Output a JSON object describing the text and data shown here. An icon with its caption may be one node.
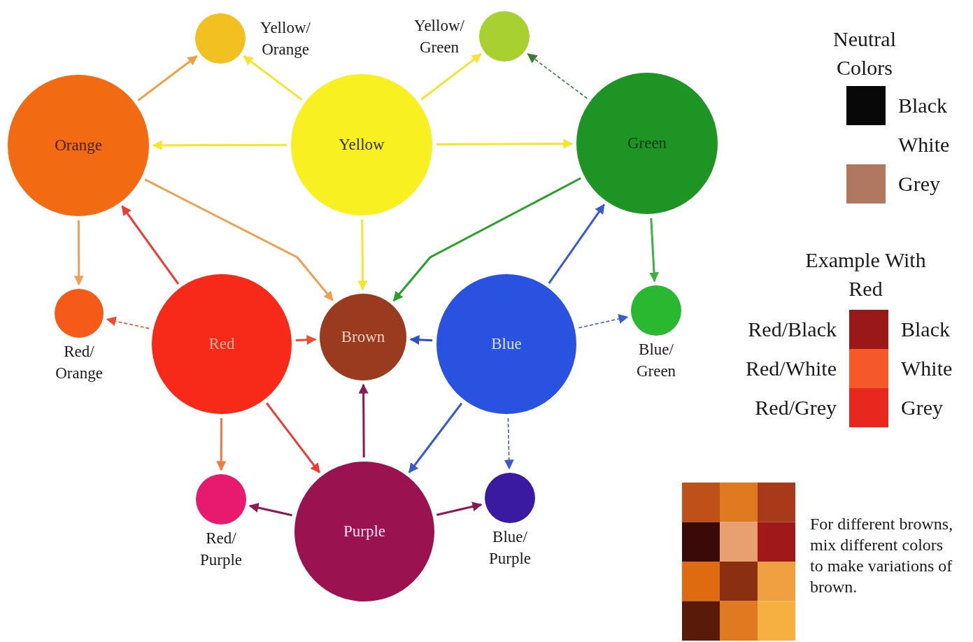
{
  "diagram": {
    "nodes": [
      {
        "text": [
          "Yellow/ Orange"
        ]
      },
      {
        "text": [
          "Yellow/ Green"
        ]
      },
      {
        "text": [
          "Orange"
        ]
      },
      {
        "text": [
          "Yellow"
        ]
      },
      {
        "text": [
          "Green"
        ]
      },
      {
        "text": [
          "Red/ Orange"
        ]
      },
      {
        "text": [
          "Red"
        ]
      },
      {
        "text": [
          "Brown"
        ]
      },
      {
        "text": [
          "Blue"
        ]
      },
      {
        "text": [
          "Blue/ Green"
        ]
      },
      {
        "text": [
          "Red/ Purple"
        ]
      },
      {
        "text": [
          "Purple"
        ]
      },
      {
        "text": [
          "Blue/ Purple"
        ]
      }
    ],
    "edges": [
      {
        "from": 2,
        "to": 0,
        "arrow": "to",
        "color": "#f0a040"
      },
      {
        "from": 3,
        "to": 0,
        "arrow": "to",
        "color": "#f5e430"
      },
      {
        "from": 3,
        "to": 1,
        "arrow": "to",
        "color": "#f5e430"
      },
      {
        "from": 4,
        "to": 1,
        "arrow": "to",
        "style": "dashed",
        "color": "#3a7a3a"
      },
      {
        "from": 3,
        "to": 2,
        "arrow": "to",
        "color": "#f5e430"
      },
      {
        "from": 3,
        "to": 4,
        "arrow": "to",
        "color": "#f5e430"
      },
      {
        "from": 3,
        "to": 7,
        "arrow": "to",
        "color": "#f5e430"
      },
      {
        "from": 2,
        "to": 7,
        "arrow": "to",
        "color": "#f0a050"
      },
      {
        "from": 4,
        "to": 7,
        "arrow": "to",
        "color": "#2aa02a"
      },
      {
        "from": 2,
        "to": 5,
        "arrow": "to",
        "color": "#f0a050"
      },
      {
        "from": 6,
        "to": 2,
        "arrow": "to",
        "color": "#f03a30"
      },
      {
        "from": 6,
        "to": 5,
        "arrow": "to",
        "style": "dashed",
        "color": "#f04a30"
      },
      {
        "from": 6,
        "to": 7,
        "arrow": "to",
        "color": "#f04a30"
      },
      {
        "from": 8,
        "to": 7,
        "arrow": "to",
        "color": "#3050c0"
      },
      {
        "from": 8,
        "to": 4,
        "arrow": "to",
        "color": "#3a5ad0"
      },
      {
        "from": 4,
        "to": 9,
        "arrow": "to",
        "color": "#40b040"
      },
      {
        "from": 8,
        "to": 9,
        "arrow": "to",
        "style": "dashed",
        "color": "#3a5ad0"
      },
      {
        "from": 6,
        "to": 10,
        "arrow": "to",
        "color": "#f07a40"
      },
      {
        "from": 6,
        "to": 11,
        "arrow": "to",
        "color": "#f03a30"
      },
      {
        "from": 8,
        "to": 11,
        "arrow": "to",
        "color": "#3a5ad0"
      },
      {
        "from": 8,
        "to": 12,
        "arrow": "to",
        "style": "dashed",
        "color": "#3a5ad0"
      },
      {
        "from": 11,
        "to": 7,
        "arrow": "to",
        "color": "#8a1a50"
      },
      {
        "from": 11,
        "to": 10,
        "arrow": "to",
        "color": "#8a1a50"
      },
      {
        "from": 11,
        "to": 12,
        "arrow": "to",
        "color": "#8a1a50"
      }
    ],
    "labels": [
      "Neutral Colors",
      "Example With Red",
      "Black",
      "White",
      "Grey",
      "For different browns, mix different colors to make variations of brown."
    ],
    "legend": [
      {
        "text": "Black",
        "color": "#080808"
      },
      {
        "text": "White",
        "color": "#ffffff"
      },
      {
        "text": "Grey",
        "color": "#b07860"
      },
      {
        "text": "Red/Black",
        "color": "#9a1818"
      },
      {
        "text": "Red/White",
        "color": "#f5592a"
      },
      {
        "text": "Red/Grey",
        "color": "#e8281e"
      }
    ]
  }
}
